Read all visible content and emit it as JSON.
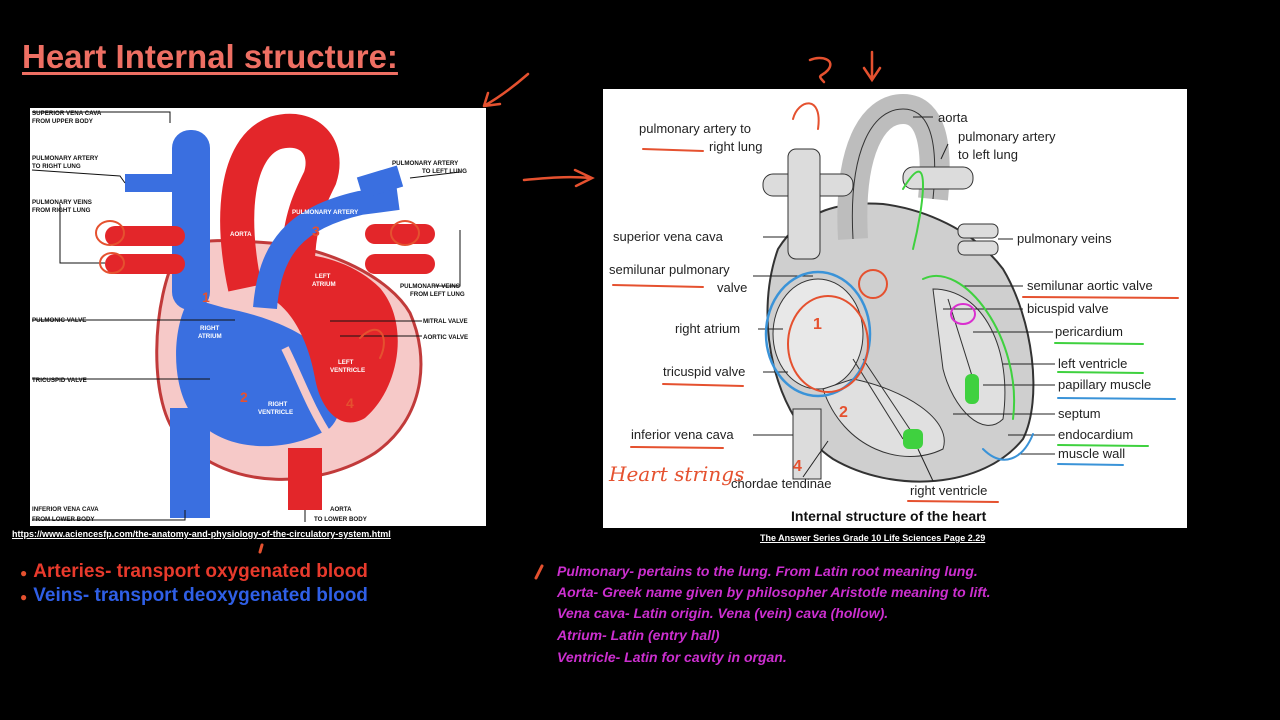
{
  "title": "Heart Internal structure:",
  "left_diagram": {
    "labels": {
      "svc": [
        "SUPERIOR VENA CAVA",
        "FROM UPPER BODY"
      ],
      "pa_right": [
        "PULMONARY ARTERY",
        "TO RIGHT LUNG"
      ],
      "pv_right": [
        "PULMONARY VEINS",
        "FROM RIGHT LUNG"
      ],
      "pa_left": [
        "PULMONARY ARTERY",
        "TO LEFT LUNG"
      ],
      "pv_left": [
        "PULMONARY VEINS",
        "FROM LEFT LUNG"
      ],
      "pulmonic": "PULMONIC VALVE",
      "mitral": "MITRAL VALVE",
      "aortic": "AORTIC VALVE",
      "tricuspid": "TRICUSPID VALVE",
      "ivc": [
        "INFERIOR VENA CAVA",
        "FROM LOWER BODY"
      ],
      "aorta_lower": [
        "AORTA",
        "TO LOWER BODY"
      ],
      "aorta": "AORTA",
      "pulmonary_artery": "PULMONARY ARTERY",
      "right_atrium": [
        "RIGHT",
        "ATRIUM"
      ],
      "left_atrium": [
        "LEFT",
        "ATRIUM"
      ],
      "left_ventricle": [
        "LEFT",
        "VENTRICLE"
      ],
      "right_ventricle": [
        "RIGHT",
        "VENTRICLE"
      ]
    },
    "annotations": {
      "n1": "1",
      "n2": "2",
      "n3": "3",
      "n4": "4"
    },
    "source": "https://www.aciencesfp.com/the-anatomy-and-physiology-of-the-circulatory-system.html"
  },
  "right_diagram": {
    "labels": {
      "aorta": "aorta",
      "pa_left": [
        "pulmonary artery",
        "to left lung"
      ],
      "pa_right": [
        "pulmonary artery to",
        "right lung"
      ],
      "svc": "superior vena cava",
      "semilunar_pulmonary": [
        "semilunar pulmonary",
        "valve"
      ],
      "right_atrium": "right atrium",
      "tricuspid": "tricuspid valve",
      "ivc": "inferior vena cava",
      "chordae": "chordae tendinae",
      "right_ventricle": "right ventricle",
      "pulmonary_veins": "pulmonary veins",
      "semilunar_aortic": "semilunar aortic valve",
      "bicuspid": "bicuspid valve",
      "pericardium": "pericardium",
      "left_ventricle": "left ventricle",
      "papillary": "papillary muscle",
      "septum": "septum",
      "endocardium": "endocardium",
      "muscle_wall": "muscle wall"
    },
    "caption": "Internal structure of the heart",
    "handwriting": "Heart strings",
    "annotations": {
      "n1": "1",
      "n2": "2",
      "n4": "4"
    },
    "source": "The Answer Series Grade 10 Life Sciences Page 2.29"
  },
  "bullets": {
    "arteries": "Arteries- transport oxygenated blood",
    "veins": "Veins- transport deoxygenated blood"
  },
  "notes": [
    "Pulmonary- pertains to the lung. From Latin root meaning lung.",
    "Aorta- Greek name given by philosopher Aristotle meaning to lift.",
    "Vena cava- Latin origin. Vena (vein) cava (hollow).",
    "Atrium- Latin (entry hall)",
    "Ventricle- Latin for cavity in organ."
  ],
  "colors": {
    "title": "#ee6f63",
    "artery_red": "#e3262a",
    "vein_blue": "#2f66d8",
    "note_magenta": "#cc2fcf"
  }
}
